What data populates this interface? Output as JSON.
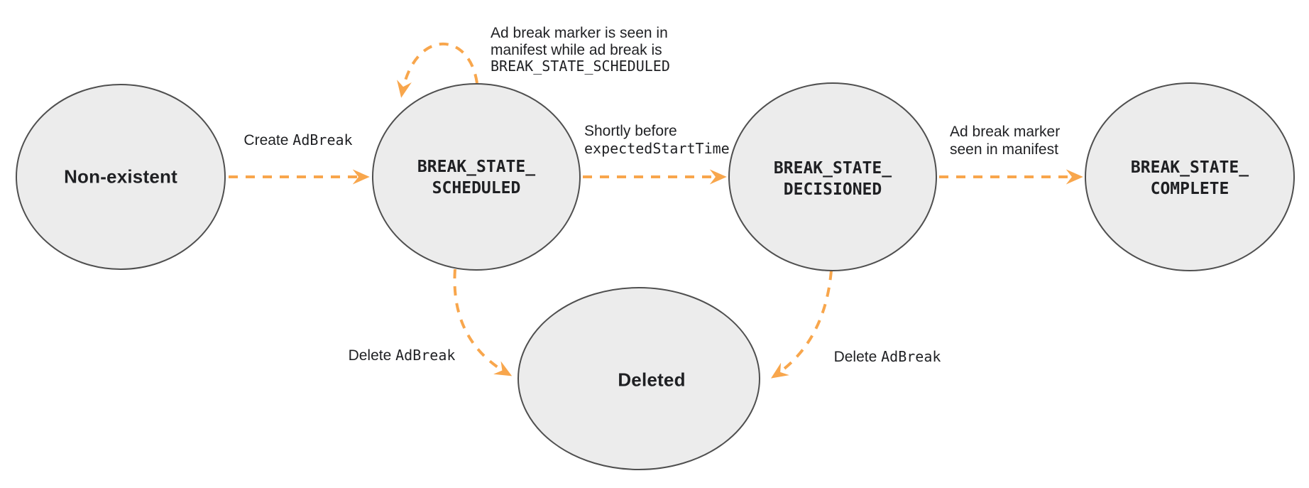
{
  "colors": {
    "accent": "#F8A64C",
    "node_fill": "#ECECEC",
    "node_stroke": "#4F4F4F",
    "text": "#1F2023"
  },
  "states": {
    "non_existent": {
      "label": "Non-existent"
    },
    "scheduled": {
      "line1": "BREAK_STATE_",
      "line2": "SCHEDULED"
    },
    "decisioned": {
      "line1": "BREAK_STATE_",
      "line2": "DECISIONED"
    },
    "complete": {
      "line1": "BREAK_STATE_",
      "line2": "COMPLETE"
    },
    "deleted": {
      "label": "Deleted"
    }
  },
  "edges": {
    "create": {
      "text": "Create",
      "code": "AdBreak"
    },
    "self_loop": {
      "line1": "Ad break marker is seen in",
      "line2": "manifest while ad break is",
      "line3_code": "BREAK_STATE_SCHEDULED"
    },
    "to_decisioned": {
      "line1": "Shortly before",
      "line2_code": "expectedStartTime"
    },
    "to_complete": {
      "line1": "Ad break marker",
      "line2": "seen in manifest"
    },
    "delete_from_scheduled": {
      "text": "Delete",
      "code": "AdBreak"
    },
    "delete_from_decisioned": {
      "text": "Delete",
      "code": "AdBreak"
    }
  }
}
